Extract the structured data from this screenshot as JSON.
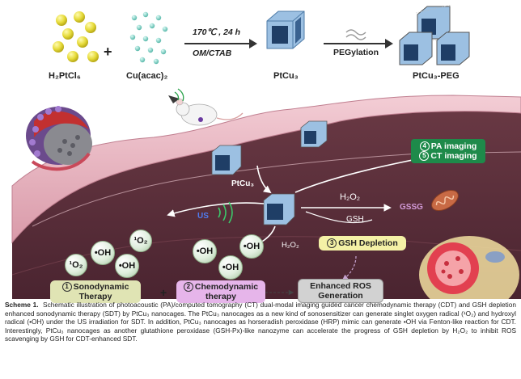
{
  "synthesis": {
    "reagent1": "H₂PtCl₆",
    "plus": "+",
    "reagent2": "Cu(acac)₂",
    "condition1": "170℃ , 24 h",
    "condition2": "OM/CTAB",
    "product1": "PtCu₃",
    "step2": "PEGylation",
    "product2": "PtCu₃-PEG"
  },
  "scene": {
    "ptcu3_label": "PtCu₃",
    "us_label": "US",
    "h2o2_top": "H₂O₂",
    "gsh": "GSH",
    "gssg": "GSSG",
    "h2o2_low": "H₂O₂",
    "plus": "+",
    "imaging1_num": "4",
    "imaging1": "PA imaging",
    "imaging2_num": "5",
    "imaging2": "CT imaging",
    "gsh_num": "3",
    "gsh_depletion": "GSH Depletion",
    "sono_num": "1",
    "sono_line1": "Sonodynamic",
    "sono_line2": "Therapy",
    "chemo_num": "2",
    "chemo_line1": "Chemodynamic",
    "chemo_line2": "therapy",
    "ros_line1": "Enhanced ROS",
    "ros_line2": "Generation",
    "bubbles_left": [
      "¹O₂",
      "•OH",
      "¹O₂",
      "•OH"
    ],
    "bubbles_right": [
      "•OH",
      "•OH",
      "•OH"
    ]
  },
  "caption": {
    "label": "Scheme 1.",
    "text": "Schematic illustration of photoacoustic (PA)/computed tomography (CT) dual-modal imaging guided cancer chemodynamic therapy (CDT) and GSH depletion enhanced sonodynamic therapy (SDT) by PtCu₃ nanocages. The PtCu₃ nanocages as a new kind of sonosensitizer can generate singlet oxygen radical (¹O₂) and hydroxyl radical (•OH) under the US irradiation for SDT. In addition, PtCu₃ nanocages as horseradish peroxidase (HRP) mimic can generate •OH via Fenton-like reaction for CDT. Interestingly, PtCu₃ nanocages as another glutathione peroxidase (GSH-Px)-like nanozyme can accelerate the progress of GSH depletion by H₂O₂ to inhibit ROS scavenging by GSH for CDT-enhanced SDT."
  },
  "colors": {
    "tissue_dark": "#5a2f3a",
    "tissue_pink": "#e9b9c4",
    "cube_blue": "#7fa7cf",
    "imaging_box": "#1e8a4a",
    "gsh_box": "#f4f1a6",
    "sono_box": "#e0e4b4",
    "chemo_box": "#e6b5ea",
    "ros_box": "#d2d2d2",
    "gssg_text": "#d39ad8"
  }
}
